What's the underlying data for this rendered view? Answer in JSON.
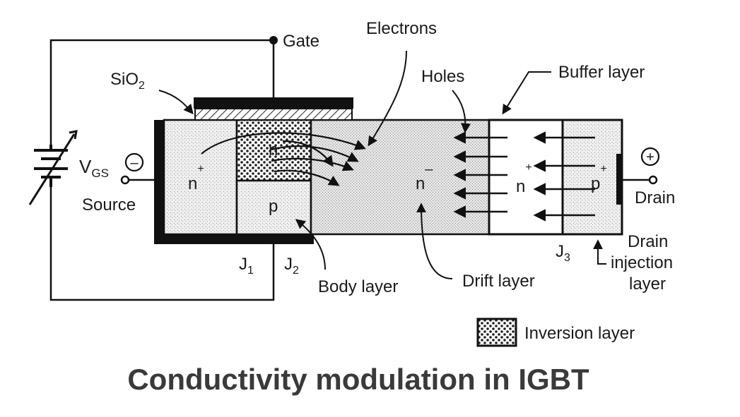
{
  "caption": "Conductivity modulation in IGBT",
  "labels": {
    "gate": "Gate",
    "electrons": "Electrons",
    "holes": "Holes",
    "buffer_layer": "Buffer layer",
    "sio2_main": "SiO",
    "sio2_sub": "2",
    "vgs_main": "V",
    "vgs_sub": "GS",
    "source": "Source",
    "drain": "Drain",
    "drain_injection": [
      "Drain",
      "injection",
      "layer"
    ],
    "body_layer": "Body layer",
    "drift_layer": "Drift layer",
    "inversion_layer": "Inversion layer",
    "j1_main": "J",
    "j1_sub": "1",
    "j2_main": "J",
    "j2_sub": "2",
    "j3_main": "J",
    "j3_sub": "3"
  },
  "regions": {
    "n_plus_source": "n",
    "n_plus_source_sup": "+",
    "n_channel": "n",
    "p_body": "p",
    "n_minus_drift": "n",
    "n_minus_drift_sup": "–",
    "n_plus_buffer": "n",
    "n_plus_buffer_sup": "+",
    "p_plus_injection": "p",
    "p_plus_injection_sup": "+"
  },
  "symbols": {
    "minus": "–",
    "plus": "+"
  }
}
